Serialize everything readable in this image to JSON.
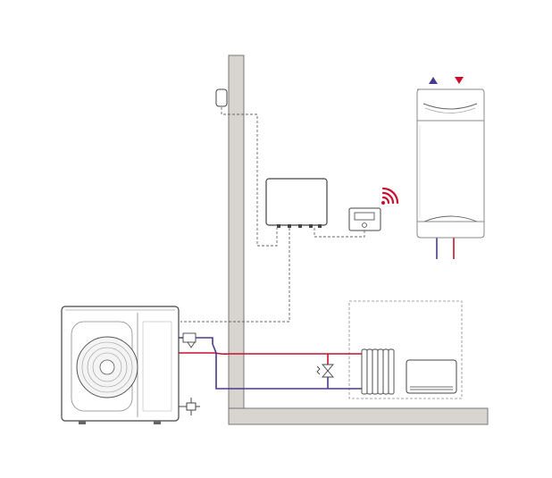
{
  "diagram": {
    "components": [
      {
        "id": "outdoor-unit",
        "icon": "heat-pump-outdoor-unit-icon"
      },
      {
        "id": "control-module",
        "icon": "control-box-icon"
      },
      {
        "id": "room-thermostat",
        "icon": "thermostat-icon"
      },
      {
        "id": "wireless-signal",
        "icon": "wifi-signal-icon"
      },
      {
        "id": "outdoor-sensor",
        "icon": "outdoor-sensor-icon"
      },
      {
        "id": "water-heater",
        "icon": "water-heater-tank-icon"
      },
      {
        "id": "radiator",
        "icon": "radiator-icon"
      },
      {
        "id": "fan-coil",
        "icon": "fan-coil-icon"
      },
      {
        "id": "bypass-valve",
        "icon": "valve-icon"
      },
      {
        "id": "filter",
        "icon": "filter-icon"
      },
      {
        "id": "drain-valve",
        "icon": "drain-valve-icon"
      }
    ],
    "colors": {
      "wall_fill": "#d8d4d0",
      "wall_stroke": "#777777",
      "outline": "#444444",
      "flow_pipe": "#c8102e",
      "return_pipe": "#4b3a8a",
      "signal": "#c8102e",
      "wiring": "#666666",
      "zone_border": "#888888"
    }
  }
}
